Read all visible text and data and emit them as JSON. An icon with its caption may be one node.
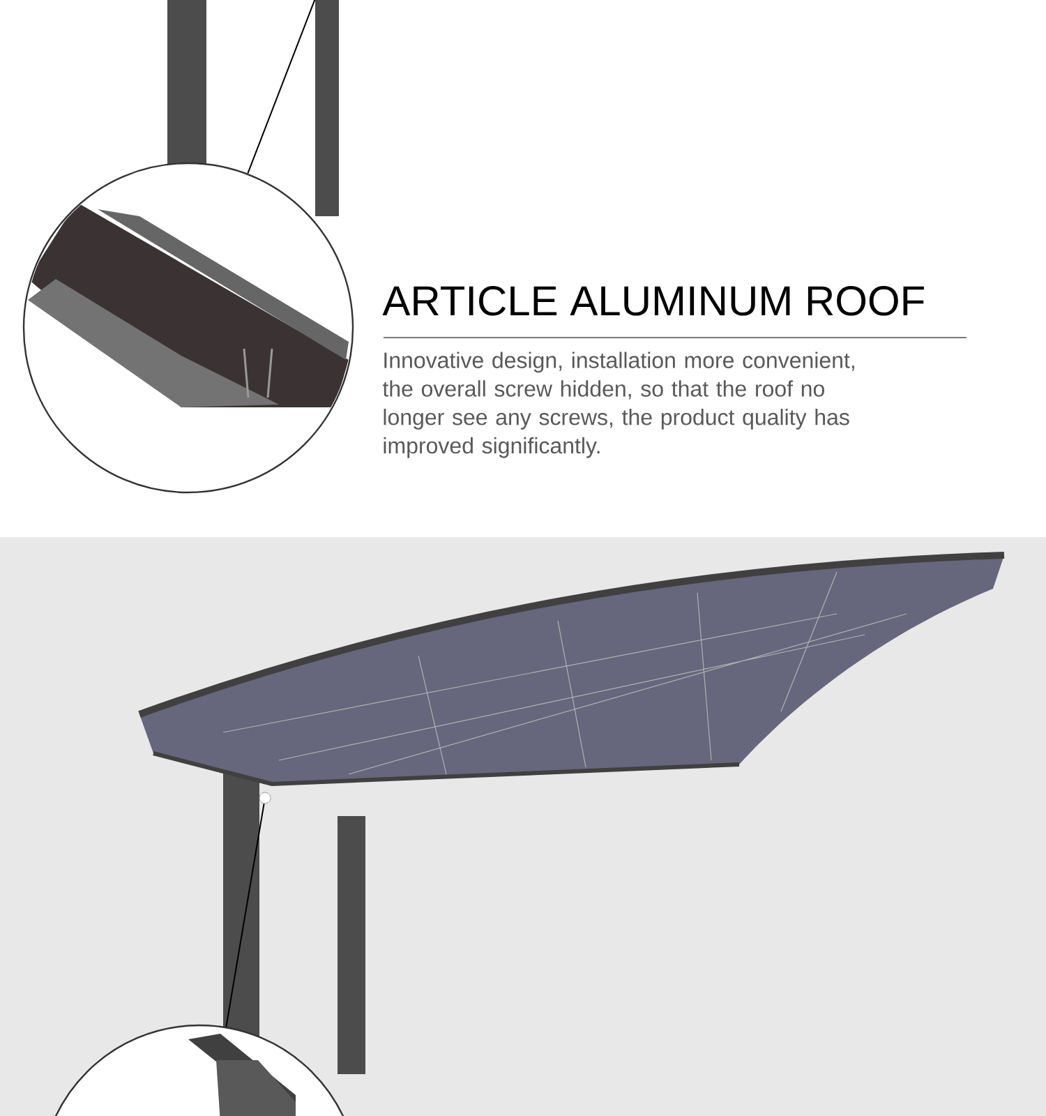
{
  "diagram": {
    "title": "ARTICLE ALUMINUM ROOF",
    "nodes": [
      {
        "text": [],
        "shape": "picture"
      },
      {
        "text": [],
        "shape": "picture"
      },
      {
        "text": [],
        "shape": "circle"
      }
    ],
    "edges": [
      {
        "from": 0,
        "to": null,
        "arrow": "none"
      },
      {
        "from": 1,
        "to": 2,
        "arrow": "none"
      }
    ],
    "labels": [
      "Innovative design, installation more convenient, the overall screw hidden, so that the roof no longer see any screws, the product quality has improved significantly."
    ]
  }
}
